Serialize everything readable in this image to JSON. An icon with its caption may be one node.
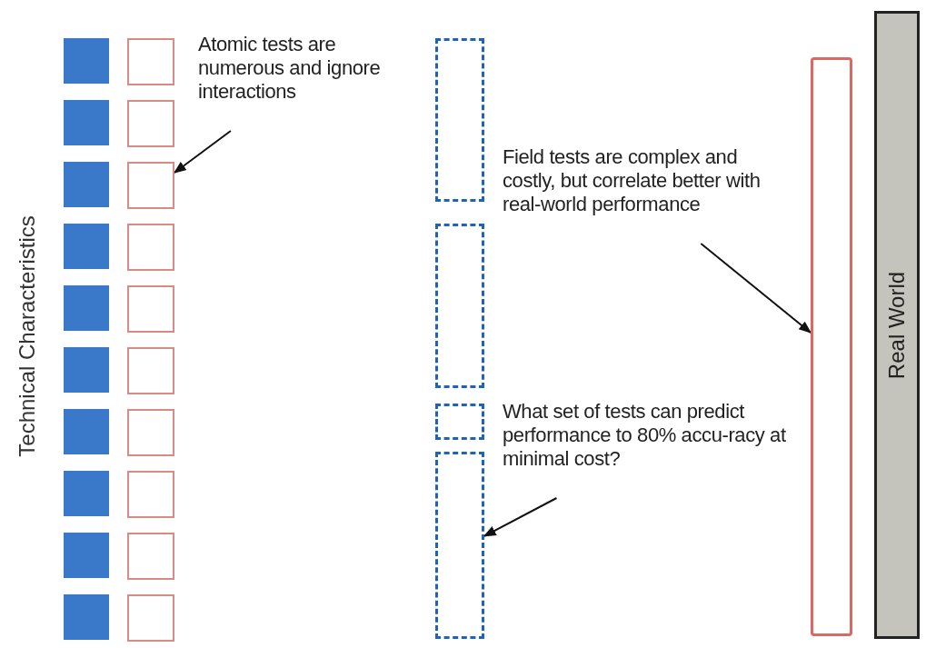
{
  "diagram": {
    "nodes": [
      {
        "text": [
          "Atomic tests are numerous and ignore interactions"
        ]
      },
      {
        "text": [],
        "shape": "box"
      },
      {
        "text": [],
        "shape": "box"
      },
      {
        "text": [],
        "shape": "box"
      },
      {
        "text": [],
        "shape": "box"
      },
      {
        "text": [],
        "shape": "box"
      },
      {
        "text": [],
        "shape": "box"
      },
      {
        "text": [],
        "shape": "box"
      },
      {
        "text": [],
        "shape": "box"
      },
      {
        "text": [],
        "shape": "box"
      },
      {
        "text": [],
        "shape": "box"
      },
      {
        "text": [],
        "shape": "box"
      },
      {
        "text": [],
        "shape": "box"
      },
      {
        "text": [],
        "shape": "box"
      },
      {
        "text": [],
        "shape": "box"
      },
      {
        "text": [],
        "shape": "box"
      },
      {
        "text": [],
        "shape": "box"
      },
      {
        "text": [],
        "shape": "box"
      },
      {
        "text": [],
        "shape": "box"
      },
      {
        "text": [],
        "shape": "box"
      },
      {
        "text": [],
        "shape": "box"
      },
      {
        "text": [
          "Field tests are complex and costly, but correlate better with real-world performance"
        ]
      },
      {
        "text": [],
        "shape": "box"
      },
      {
        "text": [],
        "shape": "box"
      },
      {
        "text": [],
        "shape": "box"
      },
      {
        "text": [],
        "shape": "box"
      },
      {
        "text": [
          "What set of tests can predict performance to 80% accu-racy at minimal cost?"
        ]
      },
      {
        "text": [],
        "shape": "bar"
      },
      {
        "text": [
          "Real World"
        ]
      }
    ],
    "edges": [
      {
        "from": 0,
        "to": 13,
        "arrow": "to"
      },
      {
        "from": 21,
        "to": 27,
        "arrow": "to"
      },
      {
        "from": 26,
        "to": 25,
        "arrow": "to"
      }
    ],
    "labels": [
      "Technical Characteristics"
    ]
  }
}
